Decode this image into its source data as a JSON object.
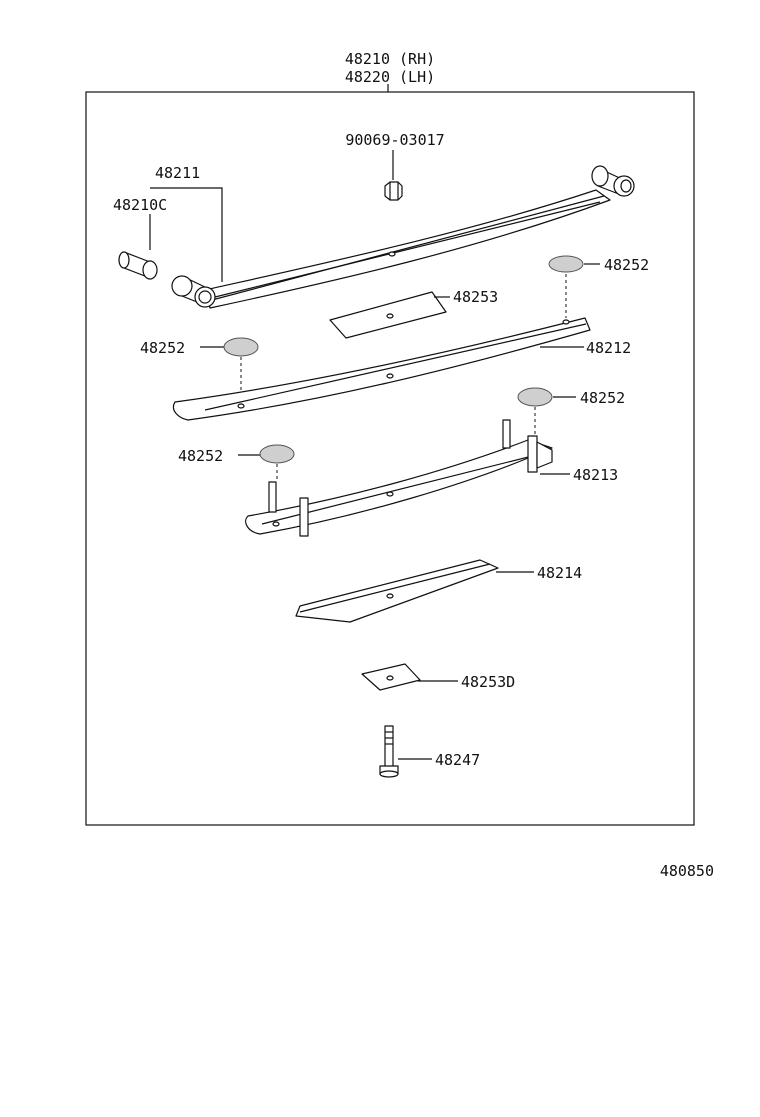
{
  "diagram": {
    "assembly_rh": "48210 (RH)",
    "assembly_lh": "48220 (LH)",
    "figure_number": "480850",
    "labels": {
      "bolt_nut": "90069-03017",
      "main_leaf": "48211",
      "bushing": "48210C",
      "silencer_top": "48252",
      "pad": "48253",
      "silencer_left": "48252",
      "leaf_2": "48212",
      "silencer_right": "48252",
      "silencer_lower": "48252",
      "leaf_3": "48213",
      "leaf_4": "48214",
      "spacer": "48253D",
      "center_bolt": "48247"
    }
  }
}
